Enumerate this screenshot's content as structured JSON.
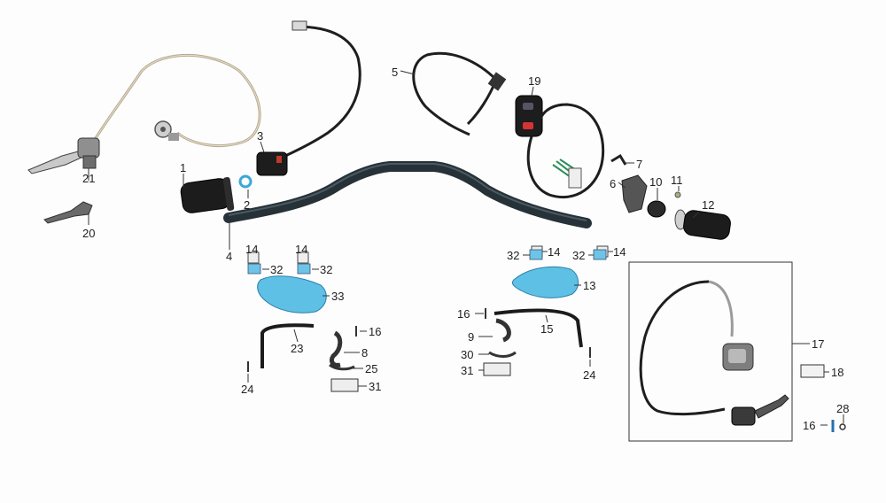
{
  "labels": [
    "1",
    "2",
    "3",
    "4",
    "5",
    "19",
    "7",
    "6",
    "10",
    "11",
    "12",
    "21",
    "20",
    "14",
    "14",
    "32",
    "32",
    "33",
    "16",
    "8",
    "25",
    "31",
    "24",
    "23",
    "32",
    "14",
    "32",
    "14",
    "13",
    "16",
    "9",
    "30",
    "31",
    "15",
    "24",
    "17",
    "18",
    "16",
    "28"
  ],
  "colors": {
    "handguard": "#5fc0e6",
    "handlebar": "#263238",
    "switch_button": "#d63333",
    "clutch_cable": "#b7a98e"
  }
}
